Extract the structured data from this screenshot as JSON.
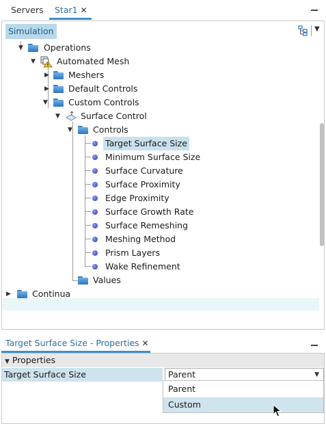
{
  "tabs": {
    "servers": "Servers",
    "star1": "Star1",
    "close_glyph": "✕"
  },
  "sim_header": {
    "title": "Simulation"
  },
  "tree": {
    "operations": "Operations",
    "automated_mesh": "Automated Mesh",
    "meshers": "Meshers",
    "default_controls": "Default Controls",
    "custom_controls": "Custom Controls",
    "surface_control": "Surface Control",
    "controls": "Controls",
    "controls_items": [
      "Target Surface Size",
      "Minimum Surface Size",
      "Surface Curvature",
      "Surface Proximity",
      "Edge Proximity",
      "Surface Growth Rate",
      "Surface Remeshing",
      "Meshing Method",
      "Prism Layers",
      "Wake Refinement"
    ],
    "values": "Values",
    "continua": "Continua"
  },
  "properties": {
    "tab_title": "Target Surface Size - Properties",
    "group": "Properties",
    "row_label": "Target Surface Size",
    "row_value": "Parent",
    "options": [
      "Parent",
      "Custom"
    ]
  },
  "colors": {
    "accent": "#3d8fc4",
    "selection": "#c9e1ee",
    "highlight": "#cfe4ee"
  }
}
